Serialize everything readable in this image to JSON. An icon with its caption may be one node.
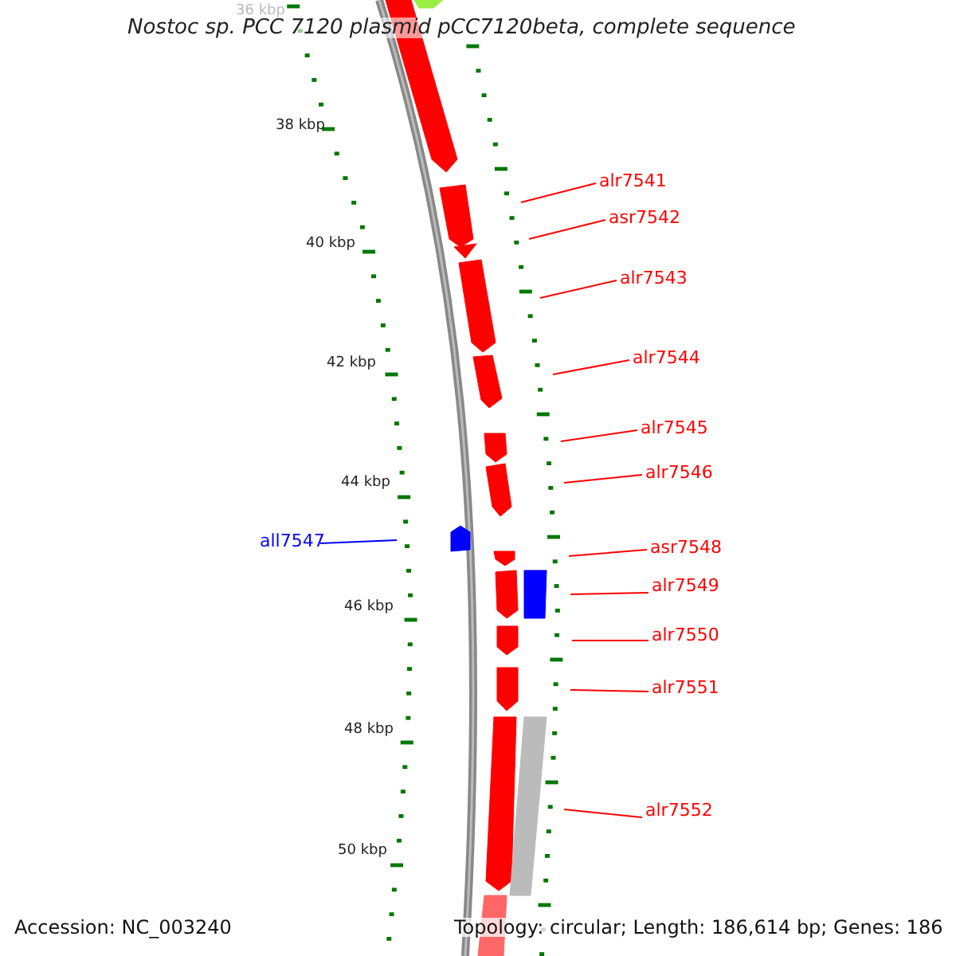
{
  "diagram": {
    "title": "Nostoc sp. PCC 7120 plasmid pCC7120beta, complete sequence",
    "nodes": [
      {
        "text": [
          "alr7541"
        ]
      },
      {
        "text": [
          "asr7542"
        ]
      },
      {
        "text": [
          "alr7543"
        ]
      },
      {
        "text": [
          "alr7544"
        ]
      },
      {
        "text": [
          "alr7545"
        ]
      },
      {
        "text": [
          "alr7546"
        ]
      },
      {
        "text": [
          "all7547"
        ]
      },
      {
        "text": [
          "asr7548"
        ]
      },
      {
        "text": [
          "alr7549"
        ]
      },
      {
        "text": [
          "alr7550"
        ]
      },
      {
        "text": [
          "alr7551"
        ]
      },
      {
        "text": [
          "alr7552"
        ]
      }
    ],
    "edges": [
      {
        "from": 0,
        "to": null,
        "arrow": "none"
      },
      {
        "from": 1,
        "to": null,
        "arrow": "none"
      },
      {
        "from": 2,
        "to": null,
        "arrow": "none"
      },
      {
        "from": 3,
        "to": null,
        "arrow": "none"
      },
      {
        "from": 4,
        "to": null,
        "arrow": "none"
      },
      {
        "from": 5,
        "to": null,
        "arrow": "none"
      },
      {
        "from": 6,
        "to": null,
        "arrow": "none",
        "color": "#0000ff"
      },
      {
        "from": 7,
        "to": null,
        "arrow": "none"
      },
      {
        "from": 8,
        "to": null,
        "arrow": "none"
      },
      {
        "from": 9,
        "to": null,
        "arrow": "none"
      },
      {
        "from": 10,
        "to": null,
        "arrow": "none"
      },
      {
        "from": 11,
        "to": null,
        "arrow": "none"
      }
    ],
    "labels": [
      "36 kbp",
      "38 kbp",
      "40 kbp",
      "42 kbp",
      "44 kbp",
      "46 kbp",
      "48 kbp",
      "50 kbp",
      "Accession: NC_003240",
      "Topology: circular; Length: 186,614 bp; Genes: 186"
    ]
  }
}
